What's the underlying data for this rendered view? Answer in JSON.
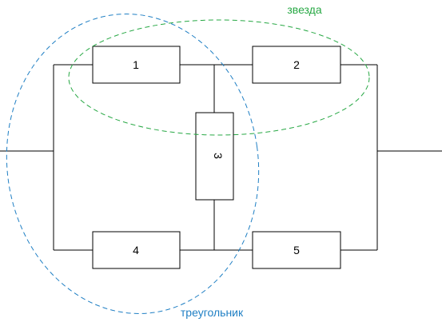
{
  "elements": {
    "r1": "1",
    "r2": "2",
    "r3": "3",
    "r4": "4",
    "r5": "5"
  },
  "groups": {
    "star": {
      "label": "звезда",
      "color": "#27a844"
    },
    "triangle": {
      "label": "треугольник",
      "color": "#1f7fc4"
    }
  }
}
